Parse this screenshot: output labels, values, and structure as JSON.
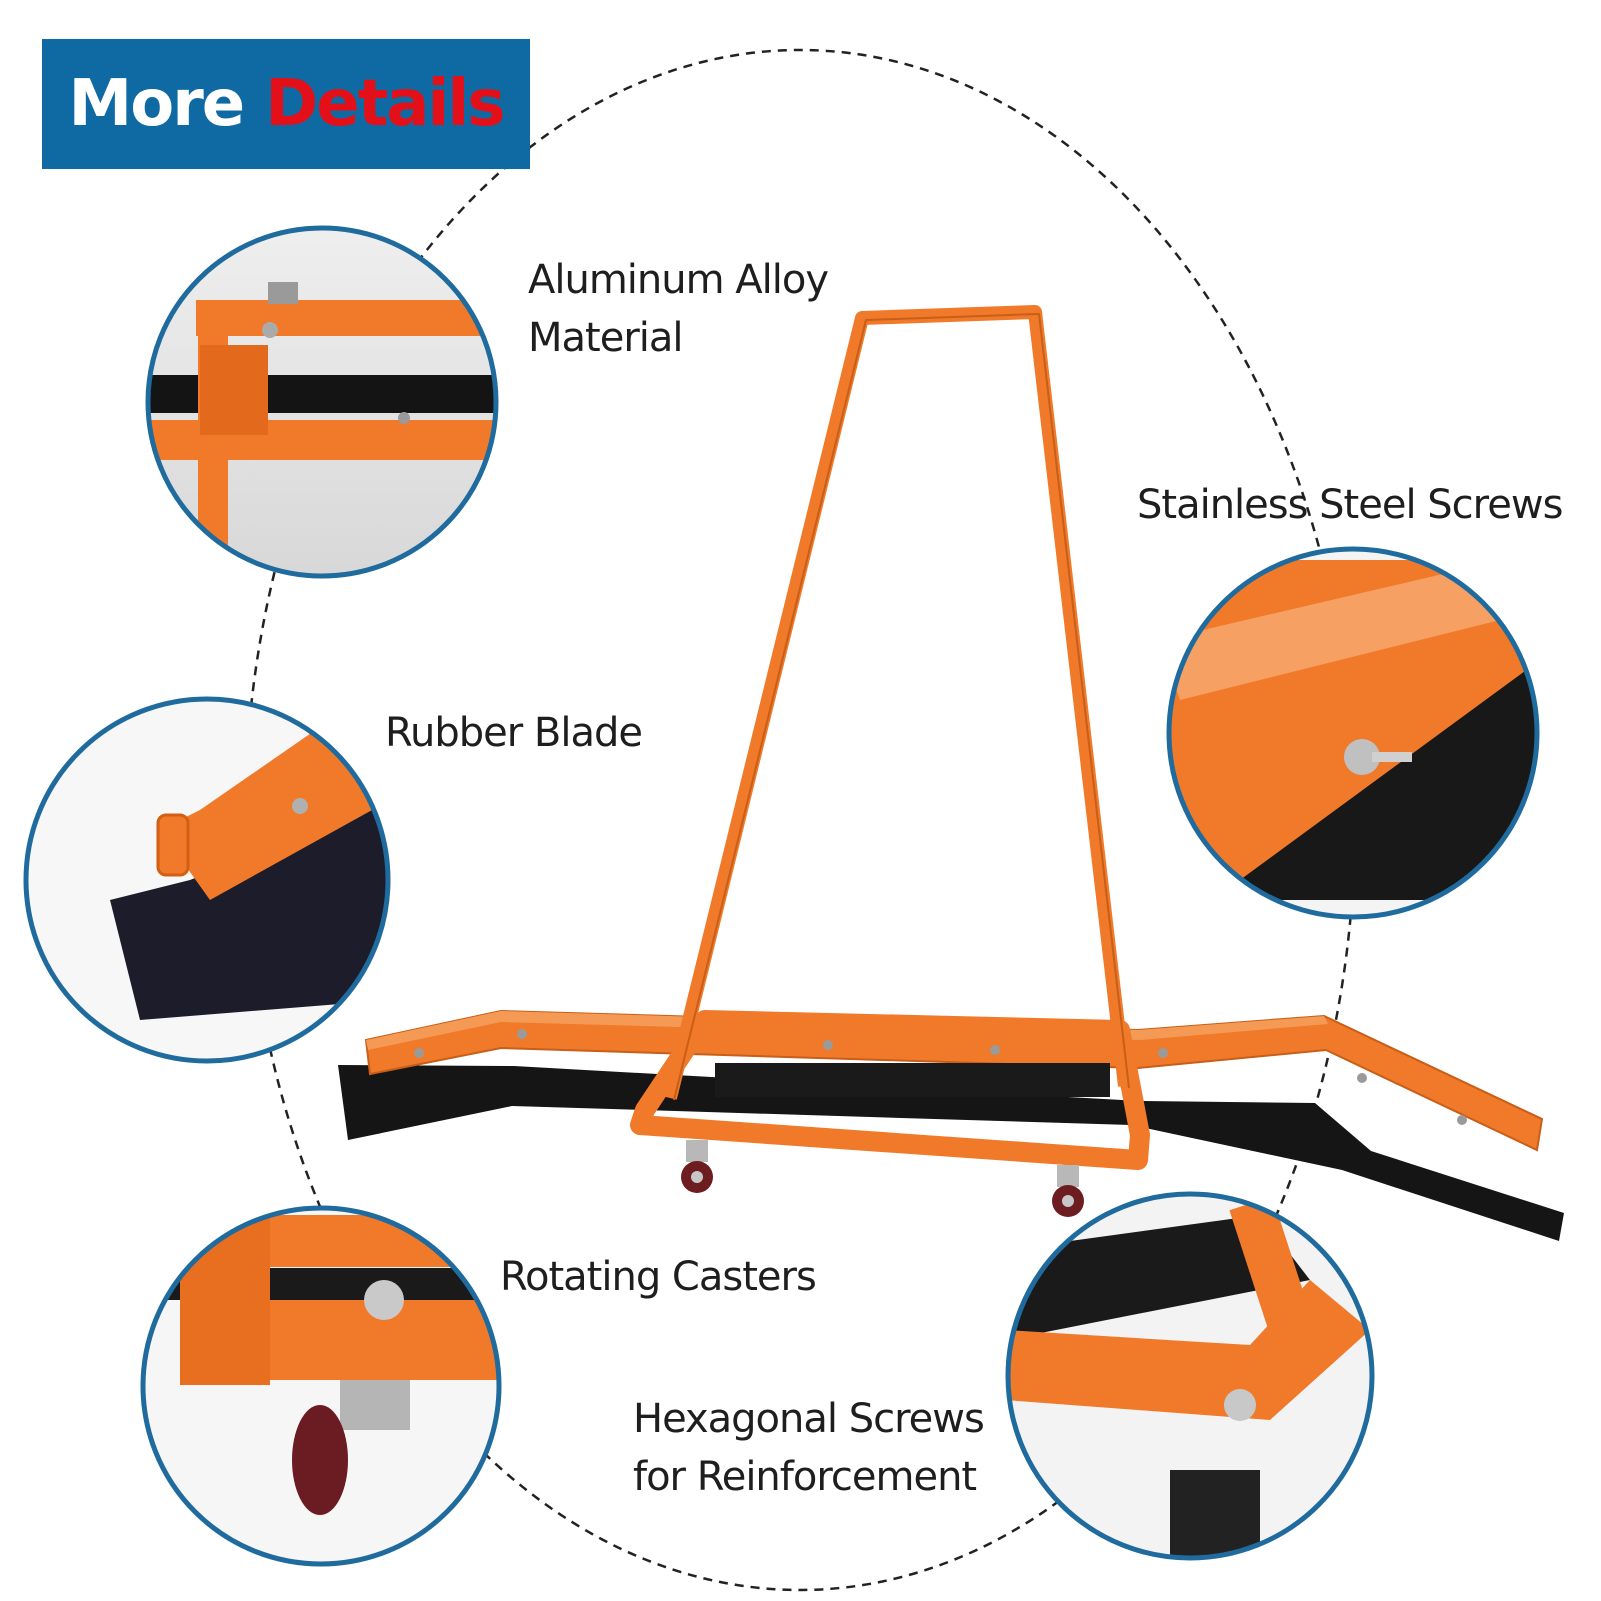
{
  "banner": {
    "word1": "More",
    "word2": "Details",
    "color_bg": "#0f6aa3",
    "color_word2": "#e3101a"
  },
  "features": [
    {
      "id": "aluminum",
      "lines": [
        "Aluminum Alloy",
        "Material"
      ]
    },
    {
      "id": "stainless",
      "lines": [
        "Stainless Steel Screws"
      ]
    },
    {
      "id": "rubber",
      "lines": [
        "Rubber Blade"
      ]
    },
    {
      "id": "casters",
      "lines": [
        "Rotating Casters"
      ]
    },
    {
      "id": "hexagonal",
      "lines": [
        "Hexagonal Screws",
        "for Reinforcement"
      ]
    }
  ],
  "colors": {
    "frame_orange": "#f07a2a",
    "blade_black": "#151515",
    "circle_border": "#1f6b9e"
  }
}
